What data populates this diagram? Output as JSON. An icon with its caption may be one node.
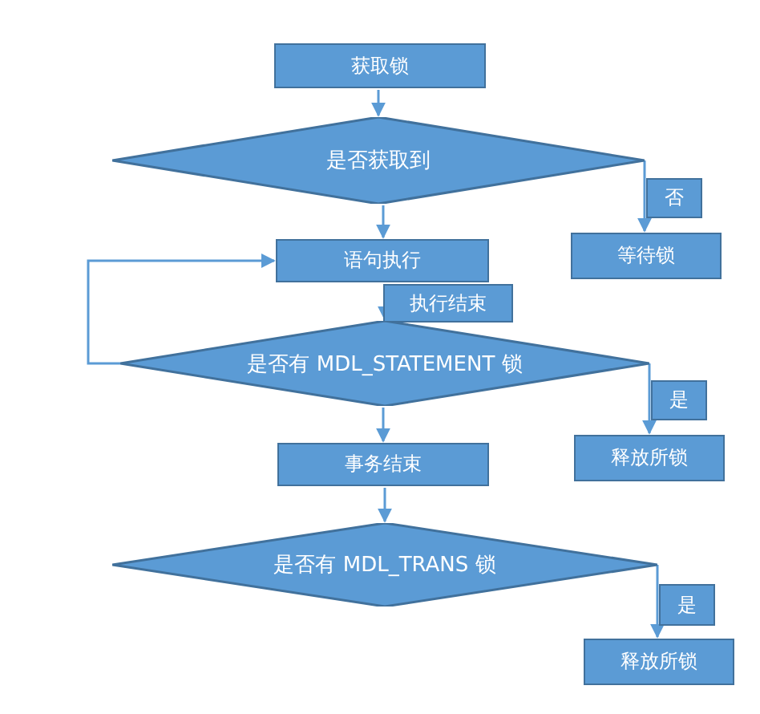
{
  "diagram": {
    "nodes": [
      {
        "text": [
          "获取锁"
        ]
      },
      {
        "text": [
          "是否获取到"
        ]
      },
      {
        "text": [
          "否"
        ]
      },
      {
        "text": [
          "等待锁"
        ]
      },
      {
        "text": [
          "语句执行"
        ]
      },
      {
        "text": [
          "执行结束"
        ]
      },
      {
        "text": [
          "是否有 MDL_STATEMENT 锁"
        ]
      },
      {
        "text": [
          "是"
        ]
      },
      {
        "text": [
          "释放所锁"
        ]
      },
      {
        "text": [
          "事务结束"
        ]
      },
      {
        "text": [
          "是否有 MDL_TRANS 锁"
        ]
      },
      {
        "text": [
          "是"
        ]
      },
      {
        "text": [
          "释放所锁"
        ]
      }
    ],
    "edges": [
      {
        "from": 0,
        "to": 1,
        "arrow": "to"
      },
      {
        "from": 1,
        "to": 4,
        "arrow": "to"
      },
      {
        "from": 1,
        "to": 3,
        "arrow": "to"
      },
      {
        "from": 4,
        "to": 6,
        "arrow": "to"
      },
      {
        "from": 6,
        "to": 4,
        "arrow": "to"
      },
      {
        "from": 6,
        "to": 8,
        "arrow": "to"
      },
      {
        "from": 6,
        "to": 9,
        "arrow": "to"
      },
      {
        "from": 9,
        "to": 10,
        "arrow": "to"
      },
      {
        "from": 10,
        "to": 12,
        "arrow": "to"
      }
    ]
  }
}
